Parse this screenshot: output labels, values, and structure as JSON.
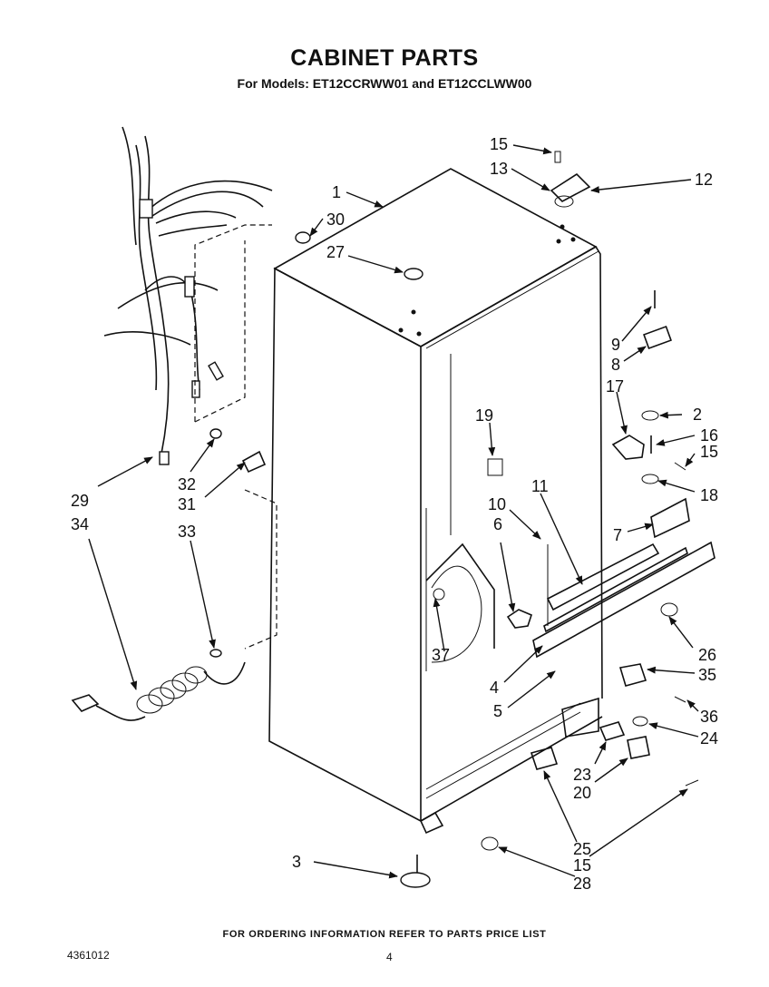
{
  "header": {
    "title": "CABINET PARTS",
    "subtitle": "For Models: ET12CCRWW01 and ET12CCLWW00"
  },
  "callouts": {
    "c1": "1",
    "c2": "2",
    "c3": "3",
    "c4": "4",
    "c5": "5",
    "c6": "6",
    "c7": "7",
    "c8": "8",
    "c9": "9",
    "c10": "10",
    "c11": "11",
    "c12": "12",
    "c13": "13",
    "c15a": "15",
    "c15b": "15",
    "c15c": "15",
    "c16": "16",
    "c17": "17",
    "c18": "18",
    "c19": "19",
    "c20": "20",
    "c23": "23",
    "c24": "24",
    "c25": "25",
    "c26": "26",
    "c27": "27",
    "c28": "28",
    "c29": "29",
    "c30": "30",
    "c31": "31",
    "c32": "32",
    "c33": "33",
    "c34": "34",
    "c35": "35",
    "c36": "36",
    "c37": "37"
  },
  "footer": {
    "note": "FOR ORDERING INFORMATION REFER TO PARTS PRICE LIST",
    "doc_number": "4361012",
    "page_number": "4"
  }
}
